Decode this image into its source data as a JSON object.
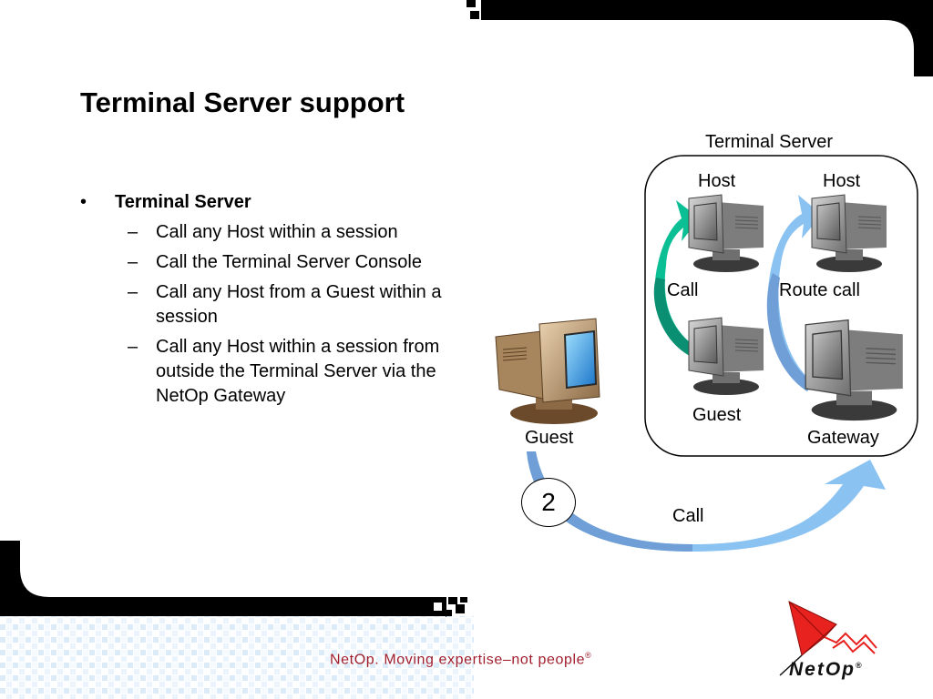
{
  "slide": {
    "title": "Terminal Server support",
    "bullets": [
      {
        "text": "Terminal Server",
        "subitems": [
          "Call any Host within a session",
          "Call the Terminal Server Console",
          "Call any Host from a Guest within a session",
          "Call any Host within a session from outside the Terminal Server via the NetOp Gateway"
        ]
      }
    ],
    "bullet_symbol": "•",
    "dash_symbol": "–"
  },
  "diagram": {
    "group_title": "Terminal Server",
    "host_left_label": "Host",
    "host_right_label": "Host",
    "call_inner_label": "Call",
    "route_call_label": "Route call",
    "guest_inner_label": "Guest",
    "gateway_label": "Gateway",
    "guest_outer_label": "Guest",
    "call_outer_label": "Call",
    "step_number": "2"
  },
  "footer": {
    "tagline": "NetOp. Moving expertise–not people",
    "registered_mark": "®",
    "brand": "NetOp",
    "brand_registered_mark": "®"
  },
  "colors": {
    "frame_black": "#000000",
    "arrow_teal": "#0bbf95",
    "arrow_light_blue": "#8ac2f2",
    "arrow_steel_blue": "#6f9fd6",
    "tagline_red": "#a01e2c",
    "kite_red": "#e8221e",
    "footer_pattern": "#cfe5f6"
  }
}
